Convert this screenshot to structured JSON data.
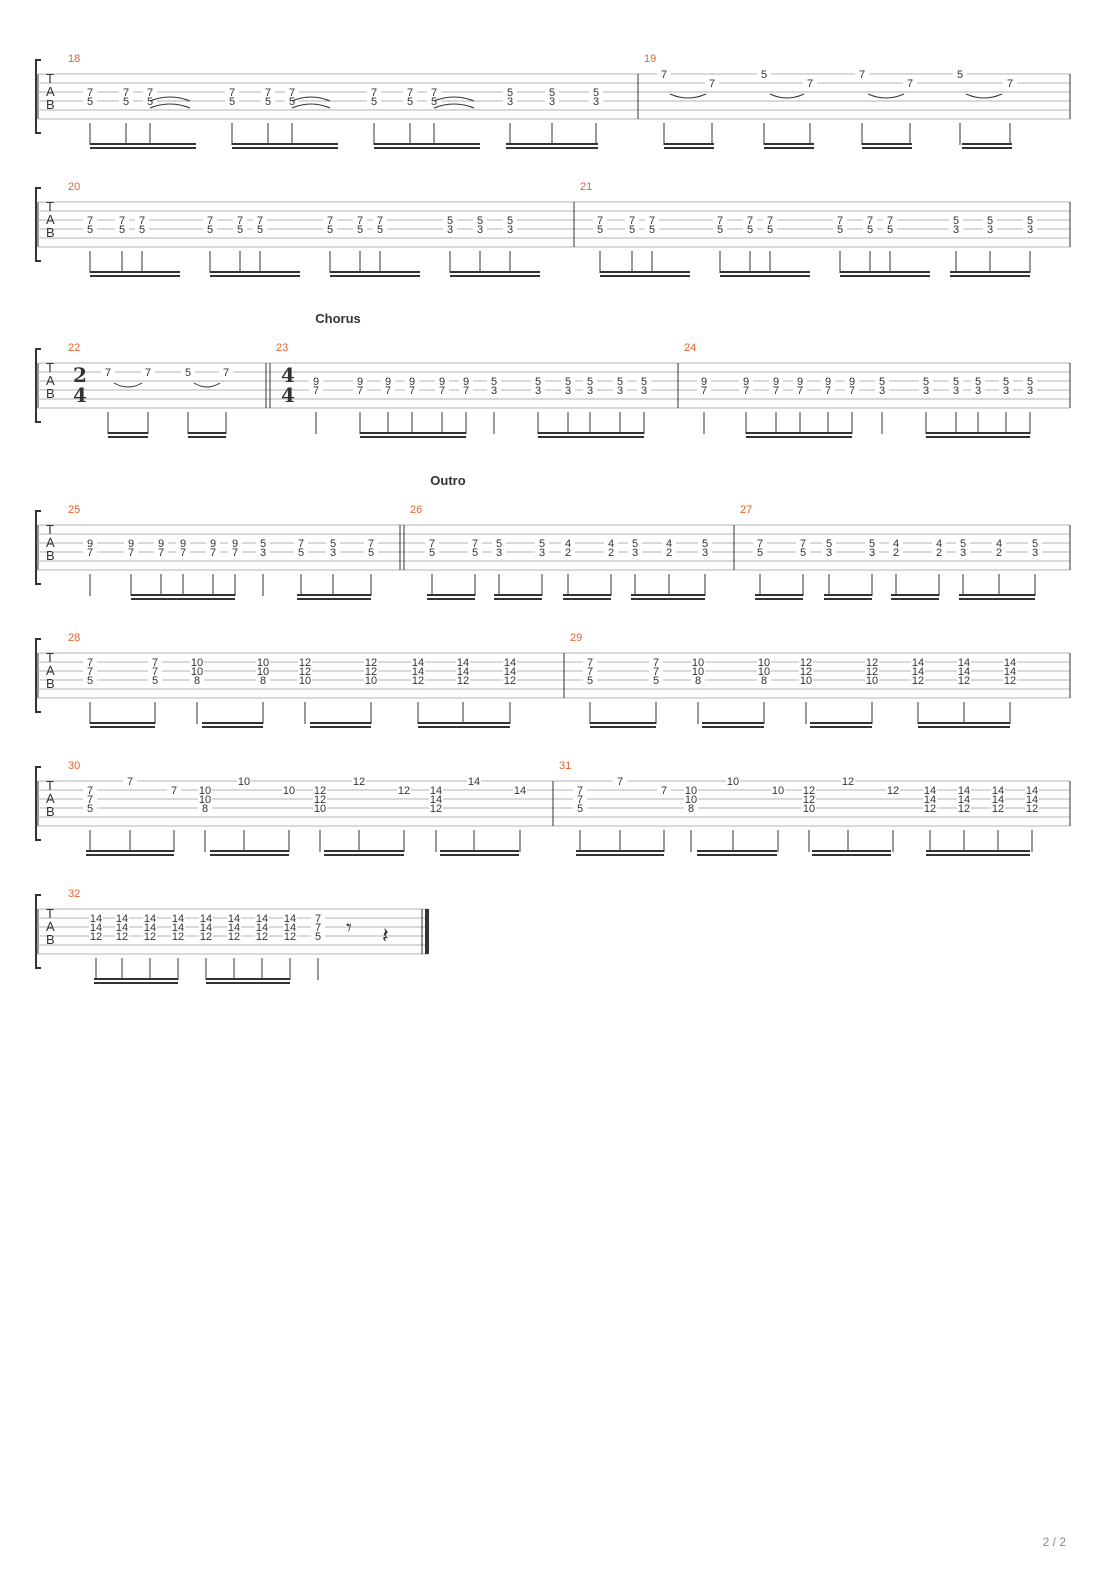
{
  "page_number": "2 / 2",
  "staff_label": [
    "T",
    "A",
    "B"
  ],
  "colors": {
    "measure_number": "#e5622a",
    "staff_line": "#b3b3b3",
    "ink": "#333333"
  },
  "systems": [
    {
      "measures": [
        {
          "number": "18",
          "notes": [
            [
              "7",
              "5"
            ],
            [
              "7",
              "5"
            ],
            [
              "7",
              "5"
            ],
            [
              "7",
              "5"
            ],
            [
              "7",
              "5"
            ],
            [
              "7",
              "5"
            ],
            [
              "7",
              "5"
            ],
            [
              "7",
              "5"
            ],
            [
              "7",
              "5"
            ],
            [
              "5",
              "3"
            ],
            [
              "5",
              "3"
            ],
            [
              "5",
              "3"
            ]
          ]
        },
        {
          "number": "19",
          "notes": [
            [
              "7"
            ],
            [
              "7"
            ],
            [
              "5"
            ],
            [
              "7"
            ],
            [
              "7"
            ],
            [
              "7"
            ],
            [
              "5"
            ],
            [
              "7"
            ]
          ]
        }
      ]
    },
    {
      "measures": [
        {
          "number": "20",
          "notes": [
            [
              "7",
              "5"
            ],
            [
              "7",
              "5"
            ],
            [
              "7",
              "5"
            ],
            [
              "7",
              "5"
            ],
            [
              "7",
              "5"
            ],
            [
              "7",
              "5"
            ],
            [
              "7",
              "5"
            ],
            [
              "7",
              "5"
            ],
            [
              "7",
              "5"
            ],
            [
              "5",
              "3"
            ],
            [
              "5",
              "3"
            ],
            [
              "5",
              "3"
            ]
          ]
        },
        {
          "number": "21",
          "notes": [
            [
              "7",
              "5"
            ],
            [
              "7",
              "5"
            ],
            [
              "7",
              "5"
            ],
            [
              "7",
              "5"
            ],
            [
              "7",
              "5"
            ],
            [
              "7",
              "5"
            ],
            [
              "7",
              "5"
            ],
            [
              "7",
              "5"
            ],
            [
              "7",
              "5"
            ],
            [
              "5",
              "3"
            ],
            [
              "5",
              "3"
            ],
            [
              "5",
              "3"
            ]
          ]
        }
      ]
    },
    {
      "section": "Chorus",
      "measures": [
        {
          "number": "22",
          "time_signature": [
            "2",
            "4"
          ],
          "notes": [
            [
              "7"
            ],
            [
              "7"
            ],
            [
              "5"
            ],
            [
              "7"
            ]
          ]
        },
        {
          "number": "23",
          "time_signature": [
            "4",
            "4"
          ],
          "notes": [
            [
              "9",
              "7"
            ],
            [
              "9",
              "7"
            ],
            [
              "9",
              "7"
            ],
            [
              "9",
              "7"
            ],
            [
              "9",
              "7"
            ],
            [
              "9",
              "7"
            ],
            [
              "5",
              "3"
            ],
            [
              "5",
              "3"
            ],
            [
              "5",
              "3"
            ],
            [
              "5",
              "3"
            ],
            [
              "5",
              "3"
            ],
            [
              "5",
              "3"
            ]
          ]
        },
        {
          "number": "24",
          "notes": [
            [
              "9",
              "7"
            ],
            [
              "9",
              "7"
            ],
            [
              "9",
              "7"
            ],
            [
              "9",
              "7"
            ],
            [
              "9",
              "7"
            ],
            [
              "9",
              "7"
            ],
            [
              "5",
              "3"
            ],
            [
              "5",
              "3"
            ],
            [
              "5",
              "3"
            ],
            [
              "5",
              "3"
            ],
            [
              "5",
              "3"
            ],
            [
              "5",
              "3"
            ]
          ]
        }
      ]
    },
    {
      "section": "Outro",
      "measures": [
        {
          "number": "25",
          "notes": [
            [
              "9",
              "7"
            ],
            [
              "9",
              "7"
            ],
            [
              "9",
              "7"
            ],
            [
              "9",
              "7"
            ],
            [
              "9",
              "7"
            ],
            [
              "9",
              "7"
            ],
            [
              "5",
              "3"
            ],
            [
              "7",
              "5"
            ],
            [
              "5",
              "3"
            ],
            [
              "7",
              "5"
            ]
          ]
        },
        {
          "number": "26",
          "notes": [
            [
              "7",
              "5"
            ],
            [
              "7",
              "5"
            ],
            [
              "5",
              "3"
            ],
            [
              "5",
              "3"
            ],
            [
              "4",
              "2"
            ],
            [
              "4",
              "2"
            ],
            [
              "5",
              "3"
            ],
            [
              "4",
              "2"
            ],
            [
              "5",
              "3"
            ]
          ]
        },
        {
          "number": "27",
          "notes": [
            [
              "7",
              "5"
            ],
            [
              "7",
              "5"
            ],
            [
              "5",
              "3"
            ],
            [
              "5",
              "3"
            ],
            [
              "4",
              "2"
            ],
            [
              "4",
              "2"
            ],
            [
              "5",
              "3"
            ],
            [
              "4",
              "2"
            ],
            [
              "5",
              "3"
            ]
          ]
        }
      ]
    },
    {
      "measures": [
        {
          "number": "28",
          "notes": [
            [
              "7",
              "7",
              "5"
            ],
            [
              "7",
              "7",
              "5"
            ],
            [
              "10",
              "10",
              "8"
            ],
            [
              "10",
              "10",
              "8"
            ],
            [
              "12",
              "12",
              "10"
            ],
            [
              "12",
              "12",
              "10"
            ],
            [
              "14",
              "14",
              "12"
            ],
            [
              "14",
              "14",
              "12"
            ],
            [
              "14",
              "14",
              "12"
            ]
          ]
        },
        {
          "number": "29",
          "notes": [
            [
              "7",
              "7",
              "5"
            ],
            [
              "7",
              "7",
              "5"
            ],
            [
              "10",
              "10",
              "8"
            ],
            [
              "10",
              "10",
              "8"
            ],
            [
              "12",
              "12",
              "10"
            ],
            [
              "12",
              "12",
              "10"
            ],
            [
              "14",
              "14",
              "12"
            ],
            [
              "14",
              "14",
              "12"
            ],
            [
              "14",
              "14",
              "12"
            ]
          ]
        }
      ]
    },
    {
      "measures": [
        {
          "number": "30",
          "notes": [
            [
              "7",
              "7",
              "5"
            ],
            [
              "7"
            ],
            [
              "7"
            ],
            [
              "10",
              "10",
              "8"
            ],
            [
              "10"
            ],
            [
              "10"
            ],
            [
              "12",
              "12",
              "10"
            ],
            [
              "12"
            ],
            [
              "12"
            ],
            [
              "14",
              "14",
              "12"
            ],
            [
              "14"
            ],
            [
              "14"
            ]
          ]
        },
        {
          "number": "31",
          "notes": [
            [
              "7",
              "7",
              "5"
            ],
            [
              "7"
            ],
            [
              "7"
            ],
            [
              "10",
              "10",
              "8"
            ],
            [
              "10"
            ],
            [
              "10"
            ],
            [
              "12",
              "12",
              "10"
            ],
            [
              "12"
            ],
            [
              "12"
            ],
            [
              "14",
              "14",
              "12"
            ],
            [
              "14",
              "14",
              "12"
            ],
            [
              "14",
              "14",
              "12"
            ],
            [
              "14",
              "14",
              "12"
            ]
          ]
        }
      ]
    },
    {
      "measures": [
        {
          "number": "32",
          "notes": [
            [
              "14",
              "14",
              "12"
            ],
            [
              "14",
              "14",
              "12"
            ],
            [
              "14",
              "14",
              "12"
            ],
            [
              "14",
              "14",
              "12"
            ],
            [
              "14",
              "14",
              "12"
            ],
            [
              "14",
              "14",
              "12"
            ],
            [
              "14",
              "14",
              "12"
            ],
            [
              "14",
              "14",
              "12"
            ],
            [
              "7",
              "7",
              "5"
            ]
          ]
        }
      ]
    }
  ]
}
